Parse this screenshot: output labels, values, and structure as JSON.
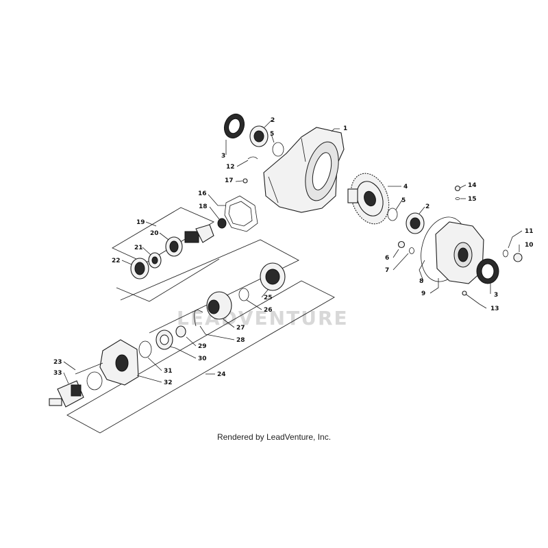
{
  "watermark": "LEADVENTURE",
  "footer": "Rendered by LeadVenture, Inc.",
  "callouts": {
    "c1": "1",
    "c2a": "2",
    "c2b": "2",
    "c3a": "3",
    "c3b": "3",
    "c4": "4",
    "c5a": "5",
    "c5b": "5",
    "c6": "6",
    "c7": "7",
    "c8": "8",
    "c9": "9",
    "c10": "10",
    "c11": "11",
    "c12": "12",
    "c13": "13",
    "c14": "14",
    "c15": "15",
    "c16": "16",
    "c17": "17",
    "c18": "18",
    "c19": "19",
    "c20": "20",
    "c21": "21",
    "c22": "22",
    "c23": "23",
    "c24": "24",
    "c25": "25",
    "c26": "26",
    "c27": "27",
    "c28": "28",
    "c29": "29",
    "c30": "30",
    "c31": "31",
    "c32": "32",
    "c33": "33"
  }
}
